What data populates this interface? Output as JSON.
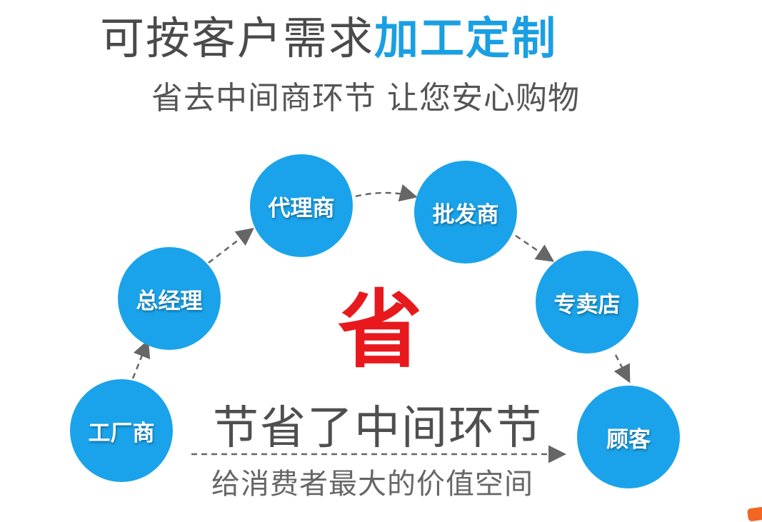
{
  "header": {
    "title_plain": "可按客户需求",
    "title_highlight": "加工定制",
    "subtitle": "省去中间商环节 让您安心购物"
  },
  "chain": [
    {
      "label": "工厂商"
    },
    {
      "label": "总经理"
    },
    {
      "label": "代理商"
    },
    {
      "label": "批发商"
    },
    {
      "label": "专卖店"
    },
    {
      "label": "顾客"
    }
  ],
  "center_mark": "省",
  "footer": {
    "slogan": "节省了中间环节",
    "tagline": "给消费者最大的价值空间"
  },
  "colors": {
    "accent_blue": "#1aa3ea",
    "highlight_red": "#e8191d",
    "text_gray": "#4a4a4a"
  }
}
